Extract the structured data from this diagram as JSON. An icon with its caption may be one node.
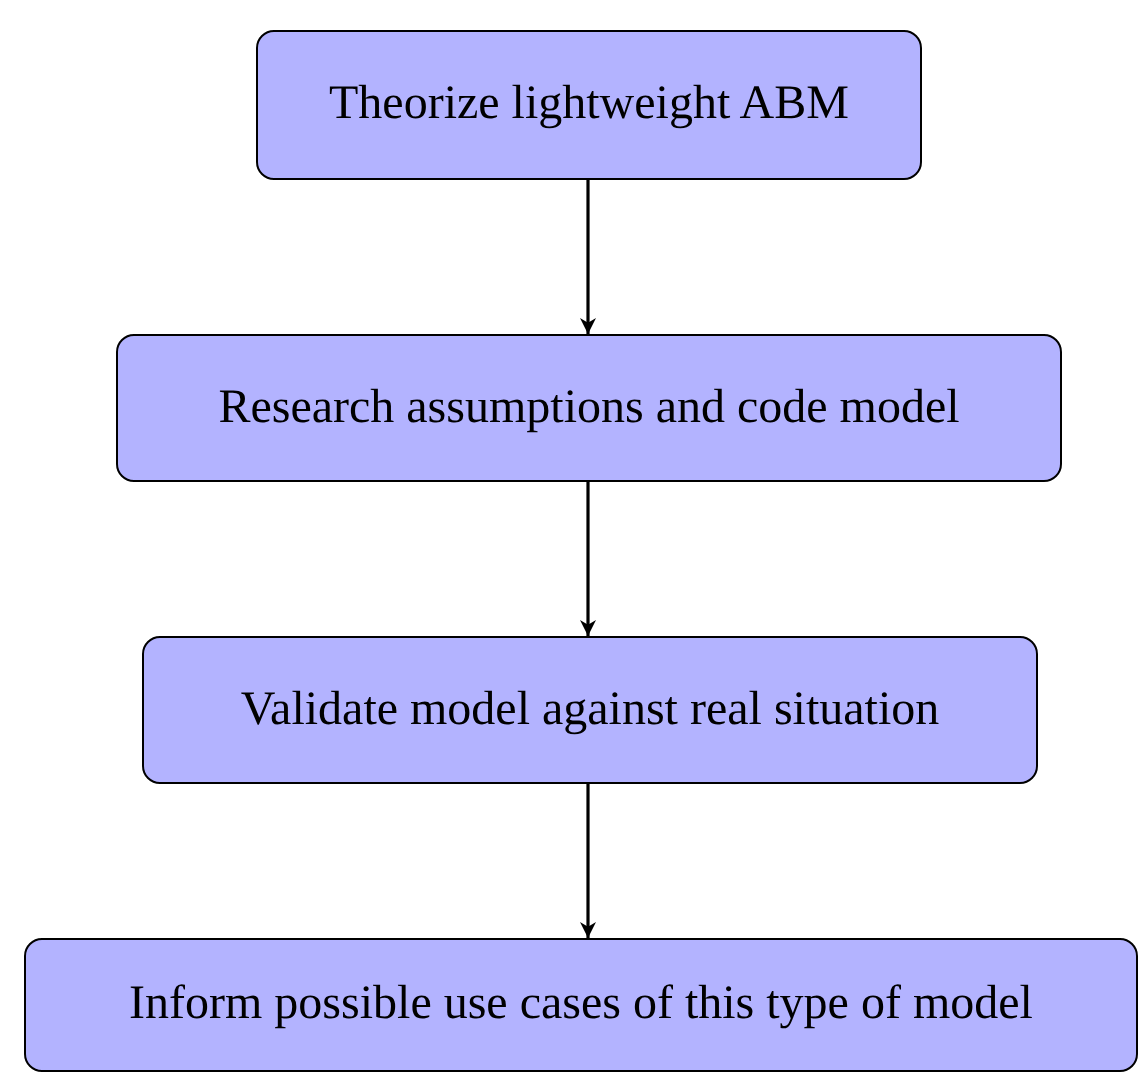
{
  "diagram": {
    "nodes": [
      {
        "text": [
          "Theorize lightweight ABM"
        ]
      },
      {
        "text": [
          "Research assumptions and code model"
        ]
      },
      {
        "text": [
          "Validate model against real situation"
        ]
      },
      {
        "text": [
          "Inform possible use cases of this type of model"
        ]
      }
    ],
    "edges": [
      {
        "from": 0,
        "to": 1,
        "arrow": "to"
      },
      {
        "from": 1,
        "to": 2,
        "arrow": "to"
      },
      {
        "from": 2,
        "to": 3,
        "arrow": "to"
      }
    ]
  }
}
